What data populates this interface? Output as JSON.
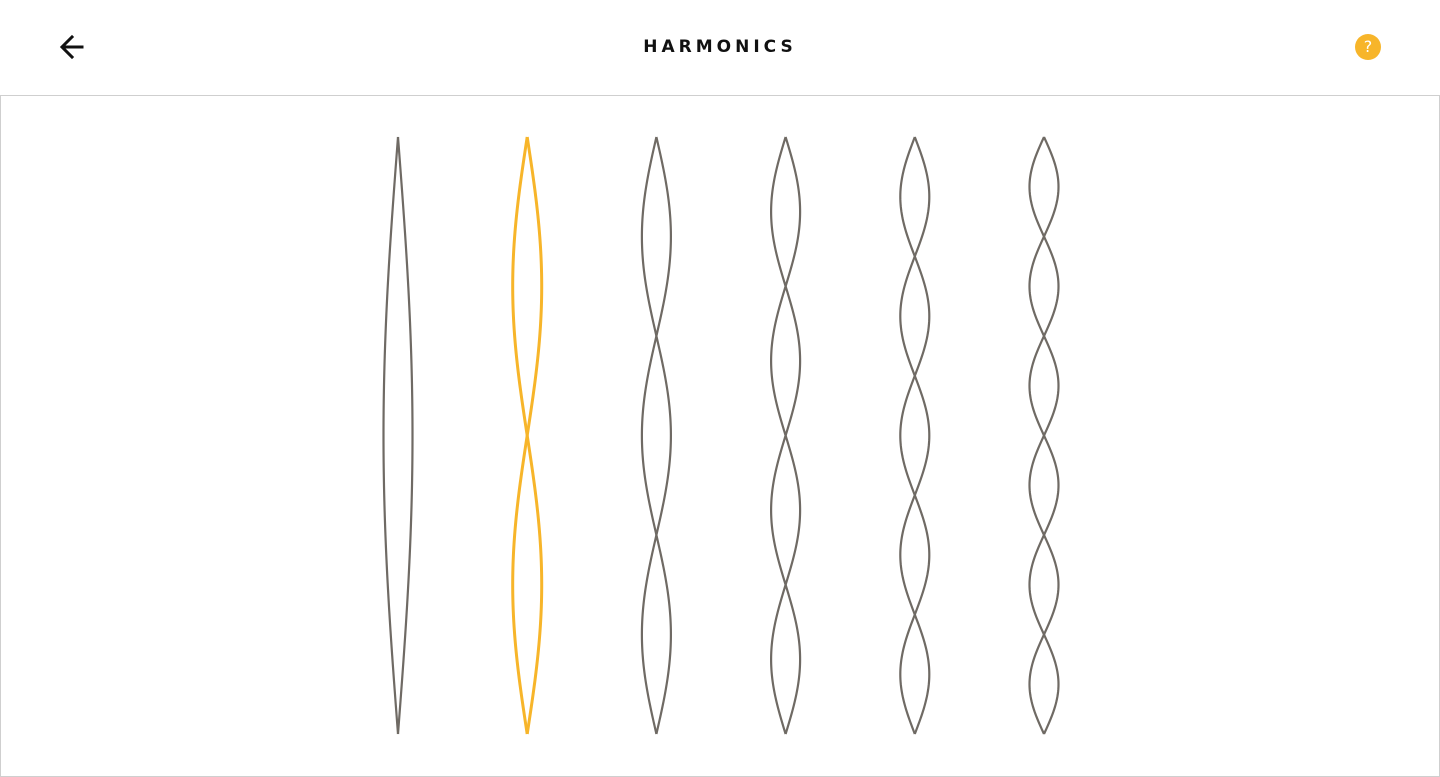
{
  "header": {
    "title": "HARMONICS",
    "back_icon": "arrow-left-icon",
    "help_icon": "question-mark-icon",
    "help_label": "?"
  },
  "colors": {
    "accent": "#f7b52a",
    "string": "#6f6a64",
    "border": "#cfcfcf"
  },
  "harmonics": [
    {
      "n": 1,
      "selected": false
    },
    {
      "n": 2,
      "selected": true
    },
    {
      "n": 3,
      "selected": false
    },
    {
      "n": 4,
      "selected": false
    },
    {
      "n": 5,
      "selected": false
    },
    {
      "n": 6,
      "selected": false
    }
  ]
}
